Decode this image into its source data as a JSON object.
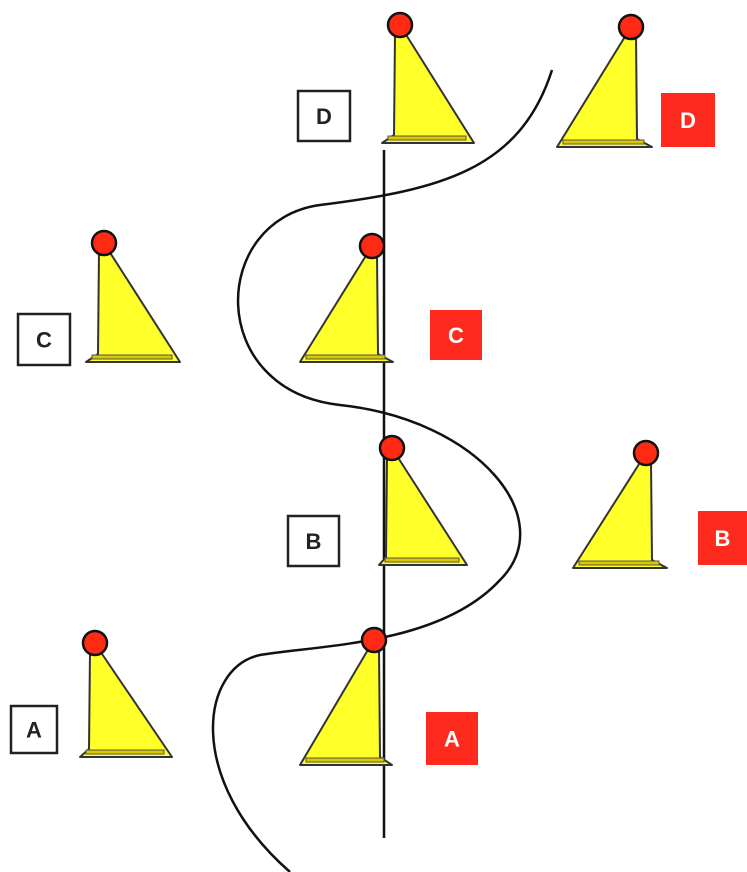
{
  "colors": {
    "background": "#ffffff",
    "cone_fill": "#ffff2a",
    "cone_stroke": "#333333",
    "ball": "#ff2a14",
    "line": "#111111",
    "label_white_bg": "#ffffff",
    "label_white_border": "#222222",
    "label_white_text": "#222222",
    "label_red_bg": "#ff2a1e",
    "label_red_text": "#ffffff"
  },
  "labels": {
    "left": [
      "A",
      "B",
      "C",
      "D"
    ],
    "right": [
      "A",
      "B",
      "C",
      "D"
    ]
  },
  "cones": [
    {
      "id": "cone-left-a",
      "side": "left",
      "gate": "A",
      "orientation": "right"
    },
    {
      "id": "cone-center-a",
      "side": "center",
      "gate": "A",
      "orientation": "left"
    },
    {
      "id": "cone-center-b",
      "side": "center",
      "gate": "B",
      "orientation": "right"
    },
    {
      "id": "cone-right-b",
      "side": "right",
      "gate": "B",
      "orientation": "left"
    },
    {
      "id": "cone-left-c",
      "side": "left",
      "gate": "C",
      "orientation": "right"
    },
    {
      "id": "cone-center-c",
      "side": "center",
      "gate": "C",
      "orientation": "left"
    },
    {
      "id": "cone-center-d",
      "side": "center",
      "gate": "D",
      "orientation": "right"
    },
    {
      "id": "cone-right-d",
      "side": "right",
      "gate": "D",
      "orientation": "left"
    }
  ]
}
